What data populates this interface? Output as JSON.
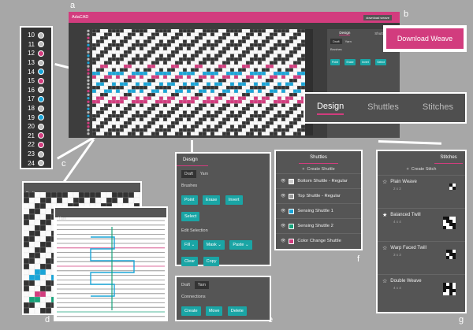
{
  "labels": {
    "a": "a",
    "b": "b",
    "c": "c",
    "d": "d",
    "e": "e",
    "f": "f",
    "g": "g"
  },
  "app": {
    "title": "AdaCAD",
    "download_small": "download weave",
    "download_big": "Download Weave",
    "accent": "#d23c7e",
    "teal": "#1aa5a5"
  },
  "main_sidebar": {
    "tab_design": "Design",
    "tab_shuttles": "Shuttles",
    "draft": "Draft",
    "yarn": "Yarn",
    "brushes": "Brushes",
    "buttons": [
      "Point",
      "Erase",
      "Invert"
    ],
    "select": "Select"
  },
  "tabs_zoom": [
    "Design",
    "Shuttles",
    "Stitches"
  ],
  "row_list": {
    "numbers": [
      "10",
      "11",
      "12",
      "13",
      "14",
      "15",
      "16",
      "17",
      "18",
      "19",
      "20",
      "21",
      "22",
      "23",
      "24"
    ],
    "colors": [
      "#bbbbbb",
      "#bbbbbb",
      "#d23c7e",
      "#bbbbbb",
      "#1aa5d8",
      "#d23c7e",
      "#bbbbbb",
      "#1aa5d8",
      "#bbbbbb",
      "#1aa5d8",
      "#bbbbbb",
      "#d23c7e",
      "#d23c7e",
      "#bbbbbb",
      "#bbbbbb"
    ]
  },
  "draft_panel": {
    "draft_tab": "Draft",
    "yarn_tab": "Yarn"
  },
  "design_panel": {
    "title": "Design",
    "draft": "Draft",
    "yarn": "Yarn",
    "brushes": "Brushes",
    "brush_buttons": [
      "Point",
      "Erase",
      "Invert"
    ],
    "select": "Select",
    "edit_selection": "Edit Selection",
    "edit_buttons": [
      "Fill",
      "Mask",
      "Paste"
    ],
    "edit_buttons2": [
      "Clear",
      "Copy"
    ]
  },
  "yarn_panel": {
    "draft": "Draft",
    "yarn": "Yarn",
    "connections": "Connections",
    "buttons": [
      "Create",
      "Move",
      "Delete"
    ]
  },
  "shuttles_panel": {
    "title": "Shuttles",
    "create": "Create Shuttle",
    "items": [
      {
        "name": "Bottom Shuttle - Regular",
        "color": "#cccccc"
      },
      {
        "name": "Top Shuttle - Regular",
        "color": "#999999"
      },
      {
        "name": "Sensing Shuttle 1",
        "color": "#1aa5d8"
      },
      {
        "name": "Sensing Shuttle 2",
        "color": "#16a37a"
      },
      {
        "name": "Color Change Shuttle",
        "color": "#d23c7e"
      }
    ]
  },
  "stitches_panel": {
    "title": "Stitches",
    "create": "Create Stitch",
    "items": [
      {
        "name": "Plain Weave",
        "size": "2 x 2"
      },
      {
        "name": "Balanced Twill",
        "size": "4 x 4"
      },
      {
        "name": "Warp Faced Twill",
        "size": "3 x 3"
      },
      {
        "name": "Double Weave",
        "size": "4 x 4"
      }
    ]
  }
}
